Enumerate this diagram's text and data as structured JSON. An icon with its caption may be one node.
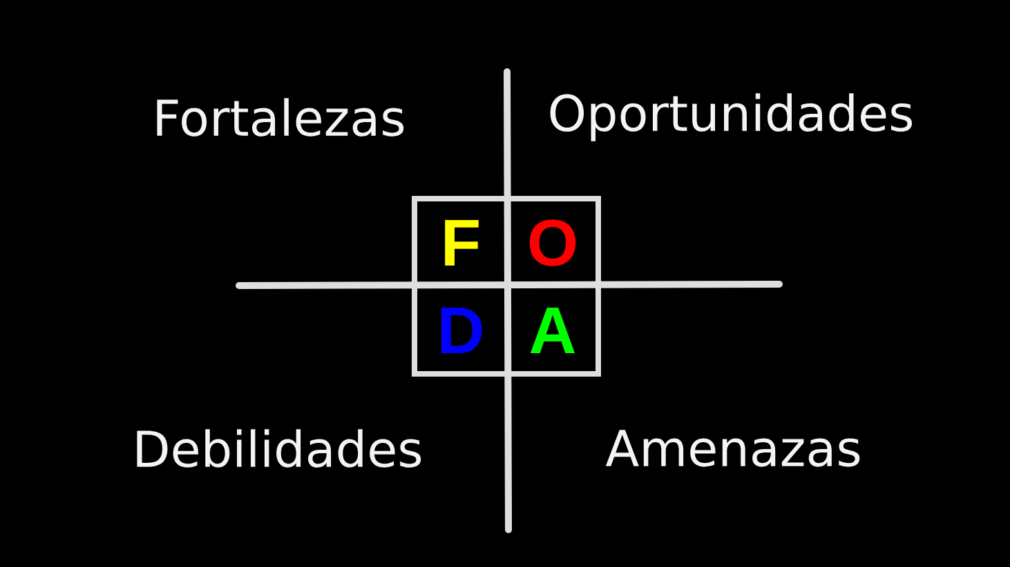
{
  "diagram": {
    "nodes": [
      {
        "text": [],
        "shape": "box"
      },
      {
        "text": [
          "F"
        ],
        "in": 0
      },
      {
        "text": [
          "O"
        ],
        "in": 0
      },
      {
        "text": [
          "D"
        ],
        "in": 0
      },
      {
        "text": [
          "A"
        ],
        "in": 0
      }
    ],
    "labels": [
      "Fortalezas",
      "Oportunidades",
      "Debilidades",
      "Amenazas"
    ]
  }
}
